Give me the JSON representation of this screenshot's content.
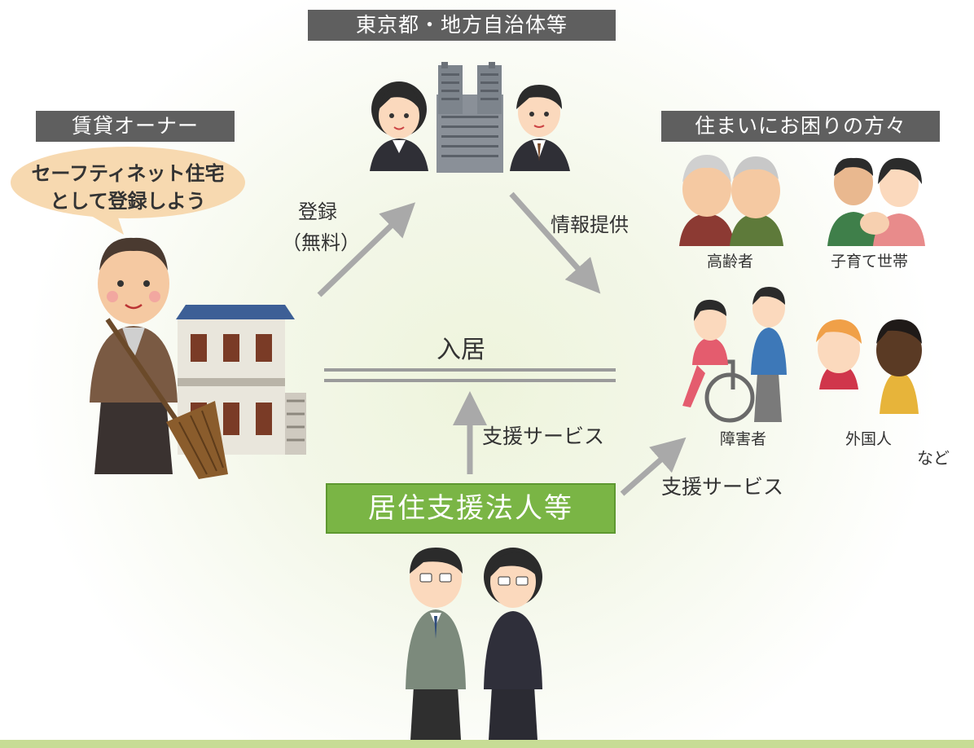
{
  "headers": {
    "government": "東京都・地方自治体等",
    "owner": "賃貸オーナー",
    "residents": "住まいにお困りの方々"
  },
  "speech_bubble": {
    "line1": "セーフティネット住宅",
    "line2": "として登録しよう"
  },
  "arrows": {
    "register": "登録",
    "register_note": "（無料）",
    "info": "情報提供",
    "move_in": "入居",
    "support_up": "支援サービス",
    "support_right": "支援サービス"
  },
  "center_box": "居住支援法人等",
  "groups": {
    "elderly": "高齢者",
    "families": "子育て世帯",
    "disabled": "障害者",
    "foreigners": "外国人",
    "etc": "など"
  },
  "colors": {
    "header_bg": "#5f5f5f",
    "support_box": "#7ab545",
    "arrow": "#a9a9a9",
    "speech_bubble": "#f7d9b0"
  }
}
